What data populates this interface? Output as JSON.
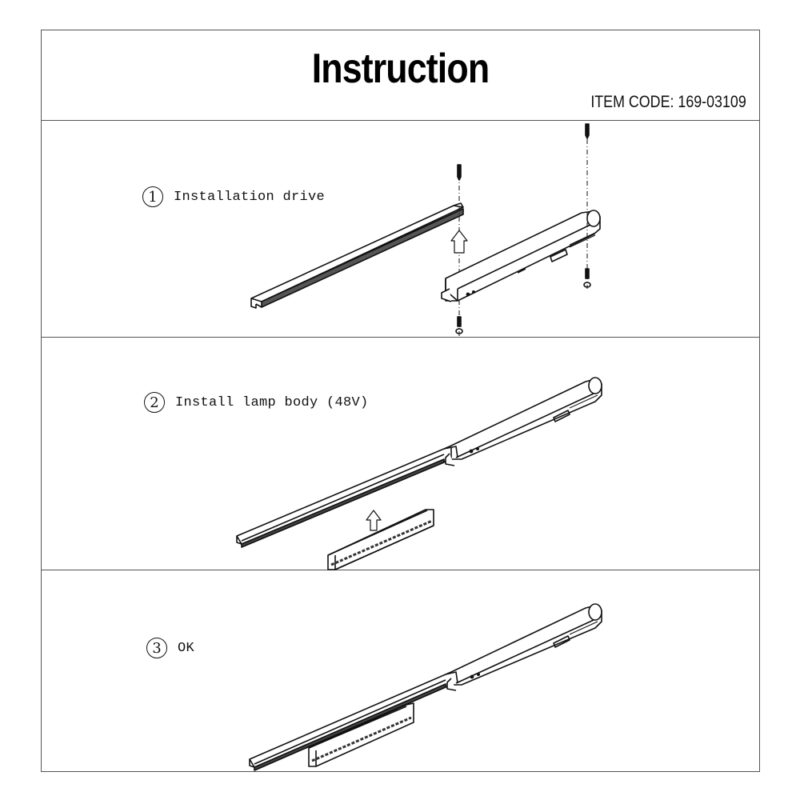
{
  "header": {
    "title": "Instruction",
    "item_code": "ITEM CODE: 169-03109"
  },
  "steps": [
    {
      "number": "1",
      "label": "Installation drive",
      "illustration": "track-and-driver-with-screws"
    },
    {
      "number": "2",
      "label": "Install lamp body (48V)",
      "illustration": "lamp-body-inserted-into-track"
    },
    {
      "number": "3",
      "label": "OK",
      "illustration": "assembled-track-light"
    }
  ],
  "colors": {
    "line": "#111111",
    "border": "#555555",
    "background": "#ffffff"
  }
}
